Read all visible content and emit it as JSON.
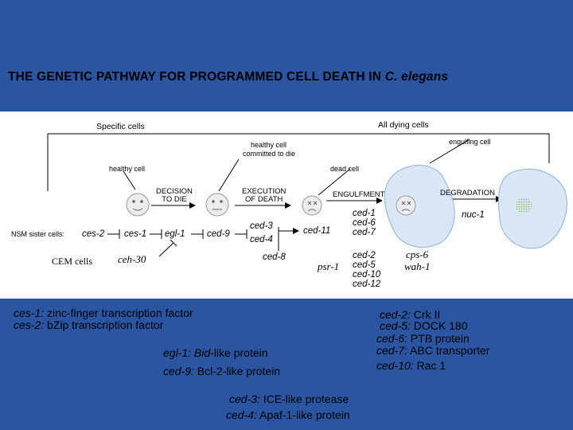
{
  "title": {
    "main": "THE GENETIC PATHWAY FOR PROGRAMMED CELL DEATH IN",
    "species": "C. elegans"
  },
  "labels": {
    "specific_cells": "Specific cells",
    "all_dying_cells": "All dying cells",
    "healthy_committed_1": "healthy cell",
    "healthy_committed_2": "committed to die",
    "engulfing_cell": "engulfing cell",
    "healthy_cell": "healthy cell",
    "dead_cell": "dead cell",
    "nsm_sister_cells": "NSM sister cells:",
    "cem_cells": "CEM cells"
  },
  "steps": {
    "decision_1": "DECISION",
    "decision_2": "TO DIE",
    "execution_1": "EXECUTION",
    "execution_2": "OF DEATH",
    "engulfment": "ENGULFMENT",
    "degradation": "DEGRADATION"
  },
  "genes": {
    "ces2": "ces-2",
    "ces1": "ces-1",
    "egl1": "egl-1",
    "ced9": "ced-9",
    "ced3": "ced-3",
    "ced4": "ced-4",
    "ced11": "ced-11",
    "ced8": "ced-8",
    "ced1": "ced-1",
    "ced6": "ced-6",
    "ced7": "ced-7",
    "ced2": "ced-2",
    "ced5": "ced-5",
    "ced10": "ced-10",
    "ced12": "ced-12",
    "nuc1": "nuc-1",
    "ceh30": "ceh-30",
    "psr1": "psr-1",
    "cps6": "cps-6",
    "wah1": "wah-1"
  },
  "definitions": {
    "ces1": {
      "gene": "ces-1:",
      "desc": " zinc-finger transcription factor"
    },
    "ces2": {
      "gene": "ces-2:",
      "desc": " bZip transcription factor"
    },
    "egl1": {
      "gene": "egl-1:",
      "bid": "Bid",
      "desc": "-like protein"
    },
    "ced9": {
      "gene": "ced-9:",
      "desc": " Bcl-2-like protein"
    },
    "ced3": {
      "gene": "ced-3:",
      "desc": " ICE-like protease"
    },
    "ced4": {
      "gene": "ced-4:",
      "desc": " Apaf-1-like protein"
    },
    "ced2": {
      "gene": "ced-2:",
      "desc": " Crk II"
    },
    "ced5": {
      "gene": "ced-5:",
      "desc": " DOCK 180"
    },
    "ced6": {
      "gene": "ced-6:",
      "desc": " PTB protein"
    },
    "ced7": {
      "gene": "ced-7:",
      "desc": " ABC transporter"
    },
    "ced10": {
      "gene": "ced-10:",
      "desc": " Rac 1"
    }
  },
  "colors": {
    "background": "#2b55a0",
    "panel": "#ffffff",
    "cell_fill": "#d9e6f5",
    "nucleus": "#9ccc66"
  }
}
